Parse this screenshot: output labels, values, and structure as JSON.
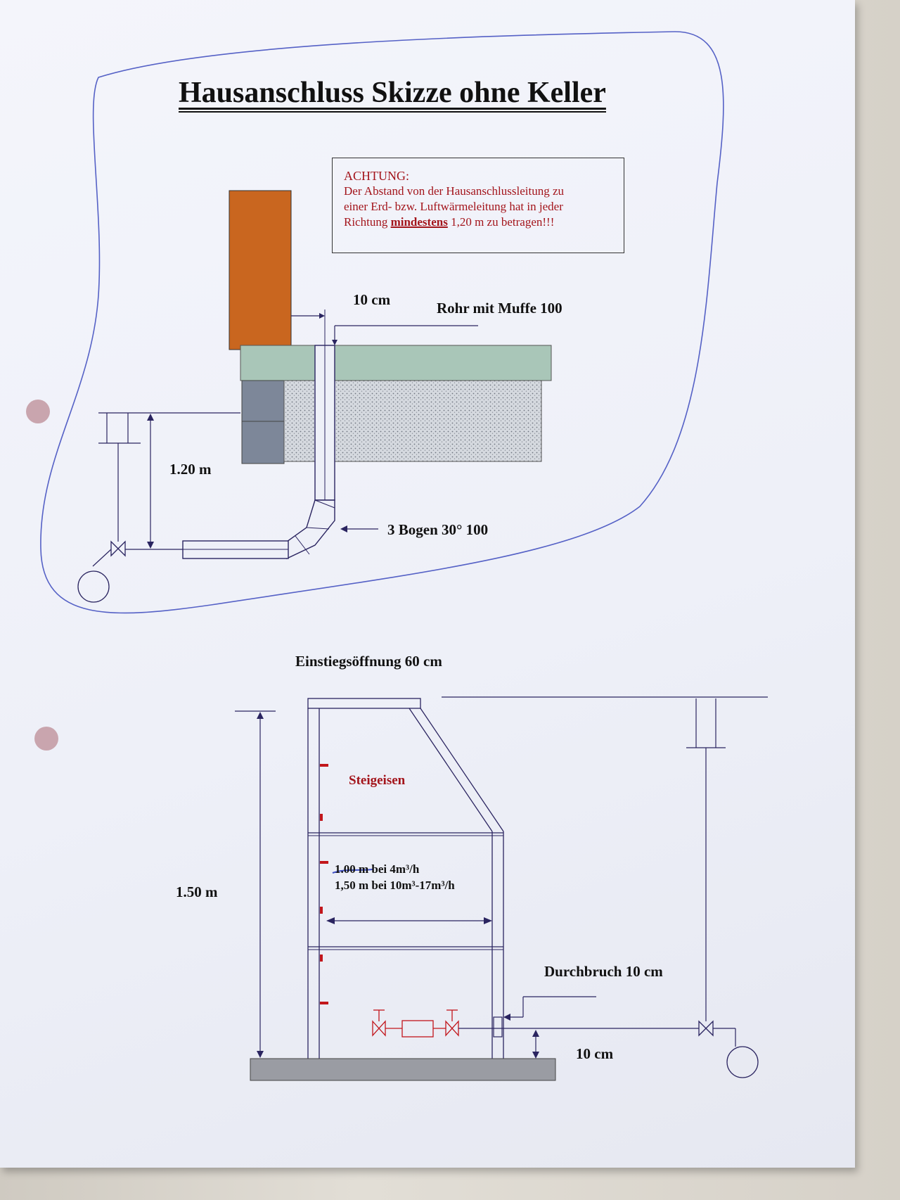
{
  "title": "Hausanschluss Skizze ohne Keller",
  "warning": {
    "heading": "ACHTUNG:",
    "line1": "Der Abstand von der Hausanschlussleitung zu",
    "line2": "einer Erd- bzw. Luftwärmeleitung hat in jeder",
    "line3_pre": "Richtung",
    "line3_emphasis": "mindestens",
    "line3_post": "1,20 m zu betragen!!!"
  },
  "top_sketch": {
    "distance_label": "10 cm",
    "pipe_label": "Rohr mit Muffe 100",
    "depth_label": "1.20 m",
    "bend_label": "3 Bogen 30° 100"
  },
  "bottom_sketch": {
    "opening_label": "Einstiegsöffnung 60 cm",
    "rungs_label": "Steigeisen",
    "width_line1": "1.00 m bei 4m³/h",
    "width_line2": "1,50 m bei 10m³-17m³/h",
    "height_label": "1.50 m",
    "penetration_label": "Durchbruch 10 cm",
    "offset_label": "10 cm"
  },
  "colors": {
    "wall": "#c9661f",
    "slab": "#a9c6b8",
    "foundation": "#7d8799",
    "gravel": "#c7ccd3",
    "floor": "#9a9ca3",
    "ink": "#2a2460",
    "annotation_red": "#a3141b",
    "pen_outline": "#5561c6"
  }
}
